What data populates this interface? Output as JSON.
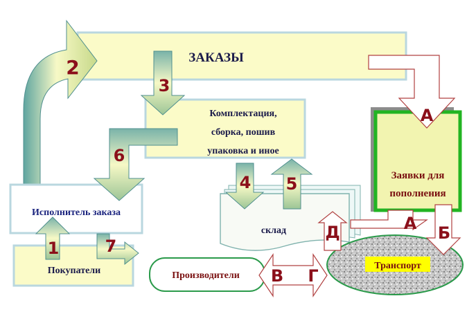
{
  "title": "ЗАКАЗЫ",
  "boxes": {
    "assembly": [
      "Комплектация,",
      "сборка, пошив",
      "упаковка и иное"
    ],
    "executor": "Исполнитель заказа",
    "buyers": "Покупатели",
    "warehouse": "склад",
    "producers": "Производители",
    "transport": "Транспорт",
    "requests": [
      "Заявки для",
      "пополнения"
    ]
  },
  "step_numbers": [
    "1",
    "2",
    "3",
    "4",
    "5",
    "6",
    "7"
  ],
  "step_letters": [
    "А",
    "А",
    "Б",
    "В",
    "Г",
    "Д"
  ],
  "colors": {
    "box_fill": "#fbfbc8",
    "box_border": "#b9d7df",
    "arrow_fill": "#f6f8b8",
    "arrow_stroke": "#4f8f8f",
    "number_red": "#8b0f1a",
    "title_text": "#1a1a4a",
    "executor_text": "#1a237e",
    "producer_text": "#7a1010",
    "requests_green": "#22b422",
    "requests_fill": "#f2f4b0",
    "transport_highlight": "#ffff00"
  }
}
